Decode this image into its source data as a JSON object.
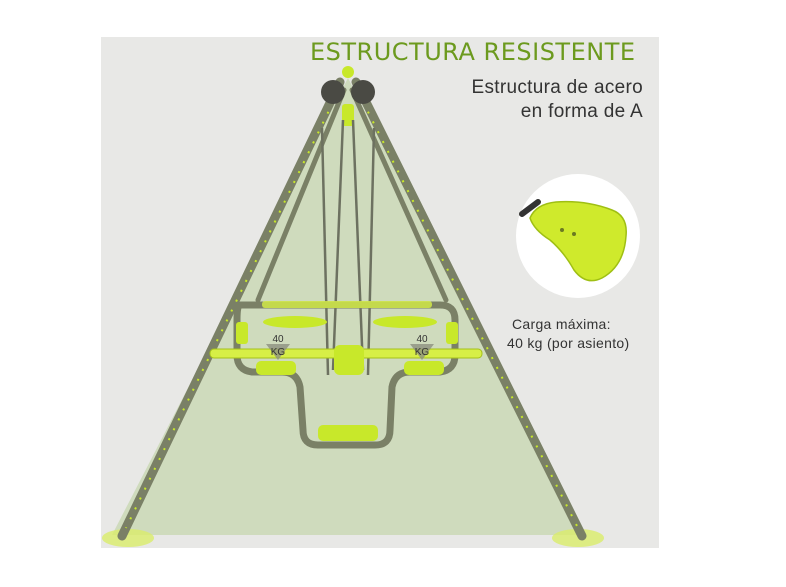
{
  "header": {
    "title": "ESTRUCTURA RESISTENTE",
    "subtitle_line1": "Estructura de acero",
    "subtitle_line2": "en forma de A"
  },
  "load_info": {
    "line1": "Carga máxima:",
    "line2": "40 kg (por asiento)"
  },
  "seat_badges": {
    "left_value": "40",
    "left_unit": "KG",
    "right_value": "40",
    "right_unit": "KG"
  },
  "colors": {
    "accent_green": "#6c9a1e",
    "lime": "#c8e82a",
    "frame": "#7a8066",
    "shadow_fill": "#b9cf9a"
  }
}
